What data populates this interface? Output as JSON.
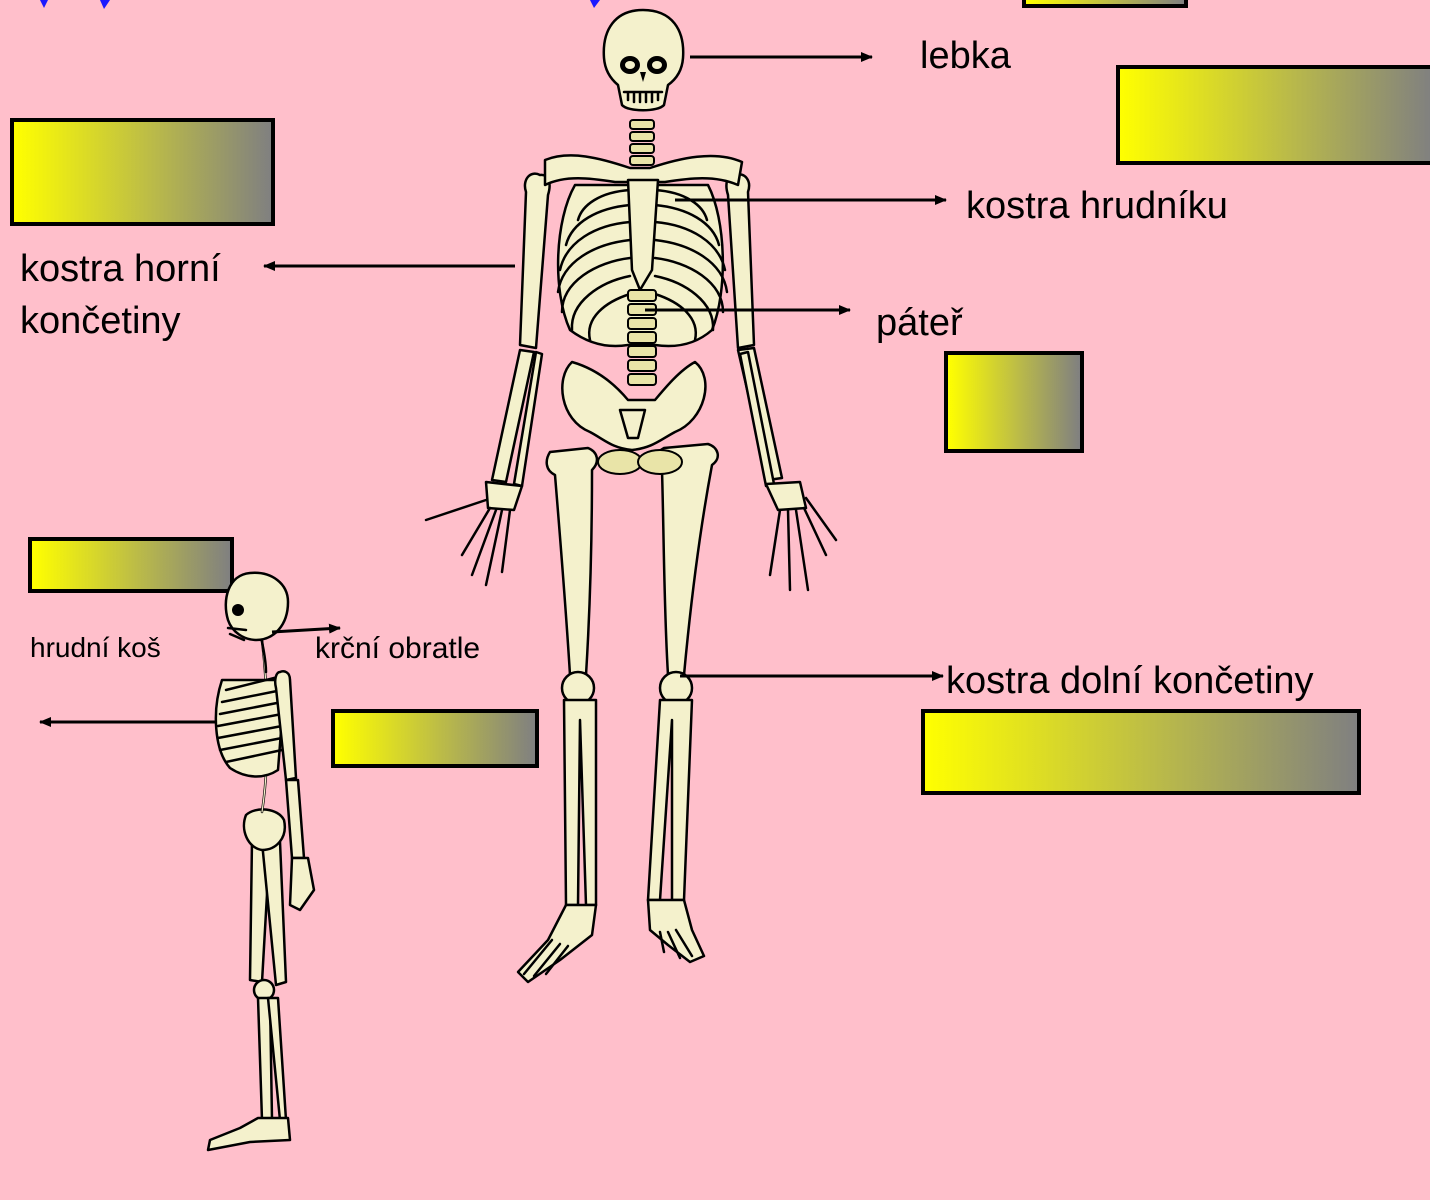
{
  "labels": {
    "skull": "lebka",
    "thorax": "kostra hrudníku",
    "upper_limb_line1": "kostra horní",
    "upper_limb_line2": "končetiny",
    "spine": "páteř",
    "lower_limb": "kostra dolní končetiny",
    "chest": "hrudní koš",
    "cervical": "krční obratle"
  },
  "colors": {
    "background": "#ffbfcb",
    "box_gradient_start": "#ffff00",
    "box_gradient_end": "#808080",
    "bone_fill": "#f4f1cc"
  },
  "icons": [
    "front-skeleton-illustration",
    "side-skeleton-illustration"
  ]
}
